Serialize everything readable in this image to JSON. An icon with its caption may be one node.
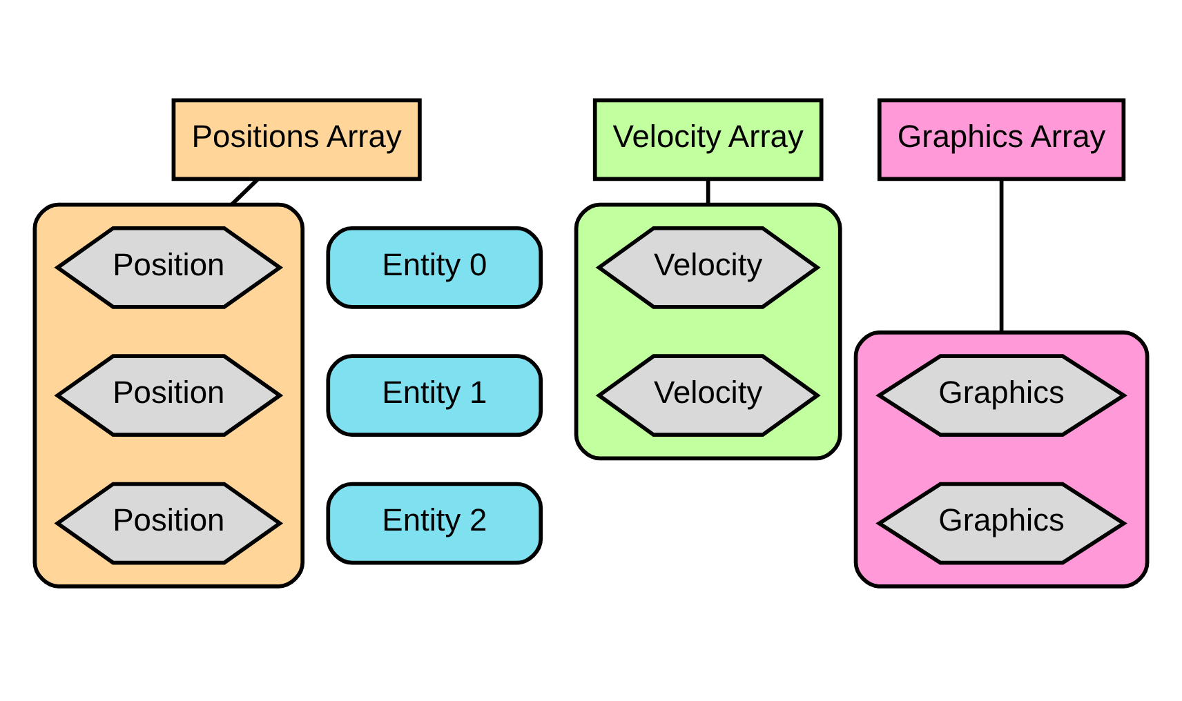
{
  "diagram": {
    "nodes": [
      {
        "text": [
          "Positions Array"
        ]
      },
      {
        "text": [
          "Velocity Array"
        ]
      },
      {
        "text": [
          "Graphics Array"
        ]
      },
      {
        "text": [],
        "shape": "box"
      },
      {
        "text": [],
        "shape": "box"
      },
      {
        "text": [],
        "shape": "box"
      },
      {
        "text": [
          "Entity 0"
        ]
      },
      {
        "text": [
          "Entity 1"
        ]
      },
      {
        "text": [
          "Entity 2"
        ]
      },
      {
        "text": [
          "Position"
        ],
        "in": 3
      },
      {
        "text": [
          "Position"
        ],
        "in": 3
      },
      {
        "text": [
          "Position"
        ],
        "in": 3
      },
      {
        "text": [
          "Velocity"
        ],
        "in": 4
      },
      {
        "text": [
          "Velocity"
        ],
        "in": 4
      },
      {
        "text": [
          "Graphics"
        ],
        "in": 5
      },
      {
        "text": [
          "Graphics"
        ],
        "in": 5
      }
    ],
    "edges": [
      {
        "from": 0,
        "to": 3,
        "arrow": "none"
      },
      {
        "from": 1,
        "to": 4,
        "arrow": "none"
      },
      {
        "from": 2,
        "to": 5,
        "arrow": "none"
      }
    ]
  }
}
